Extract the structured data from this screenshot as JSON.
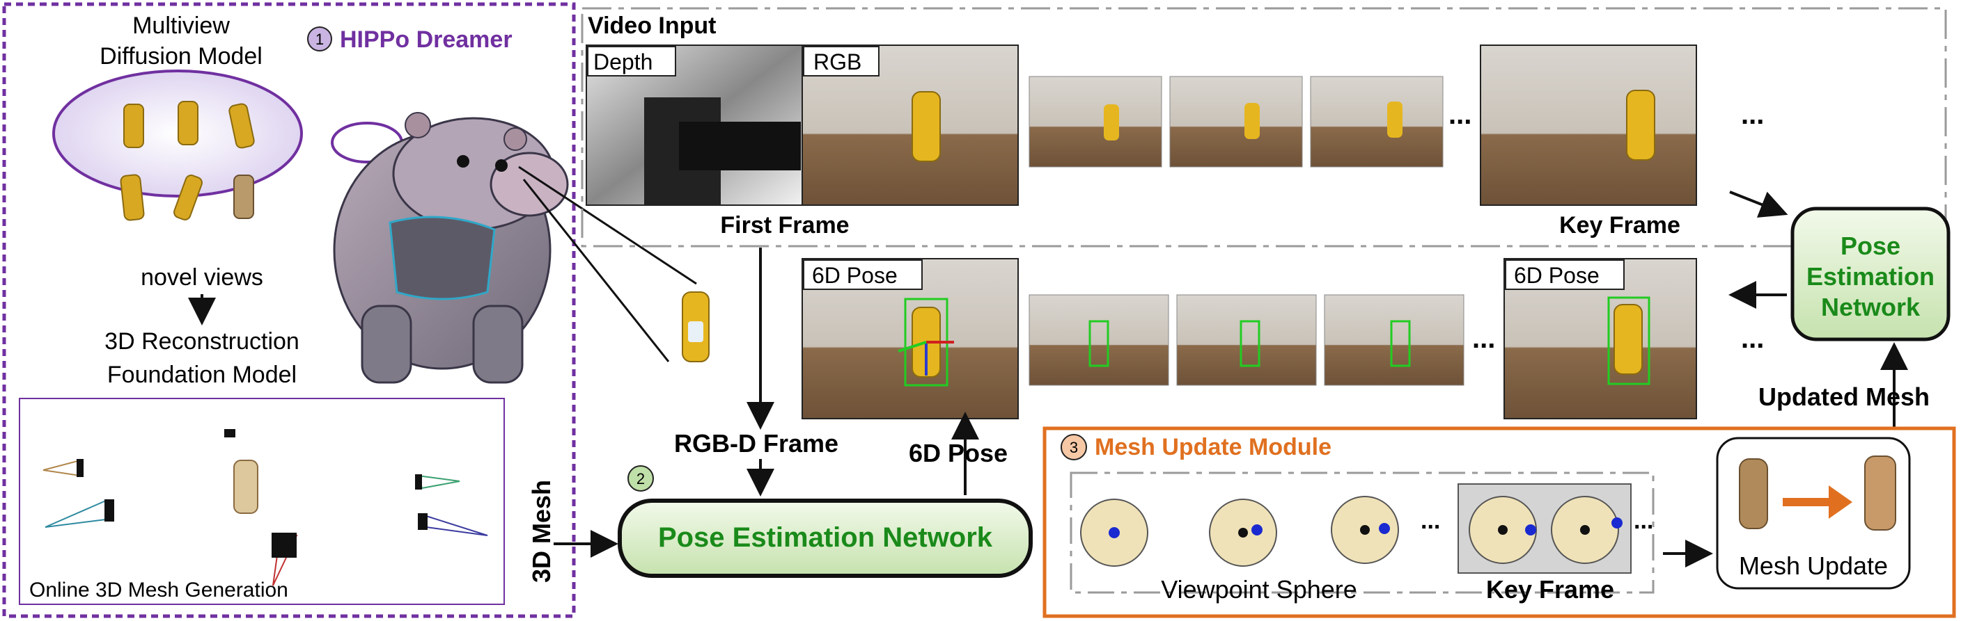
{
  "dreamer": {
    "badge": "1",
    "title": "HIPPo Dreamer",
    "multiview_line1": "Multiview",
    "multiview_line2": "Diffusion Model",
    "novel_views": "novel views",
    "recon_line1": "3D Reconstruction",
    "recon_line2": "Foundation Model",
    "online_mesh": "Online 3D Mesh Generation"
  },
  "mesh_label": "3D Mesh",
  "video": {
    "title": "Video Input",
    "depth_tag": "Depth",
    "rgb_tag": "RGB",
    "first_frame": "First Frame",
    "key_frame": "Key Frame",
    "ellipsis": "..."
  },
  "pose_row": {
    "tag": "6D Pose",
    "ellipsis": "..."
  },
  "pose_network_right": {
    "line1": "Pose",
    "line2": "Estimation",
    "line3": "Network"
  },
  "updated_mesh": "Updated Mesh",
  "rgbd_frame": "RGB-D Frame",
  "six_d_pose": "6D Pose",
  "pose_network_main": {
    "badge": "2",
    "label": "Pose Estimation Network"
  },
  "mesh_update": {
    "badge": "3",
    "title": "Mesh Update Module",
    "viewpoint_sphere": "Viewpoint Sphere",
    "key_frame": "Key Frame",
    "mesh_update_label": "Mesh Update",
    "ellipsis": "..."
  },
  "colors": {
    "purple": "#7030a0",
    "orange": "#e07020",
    "green_text": "#1a8a1a",
    "pose_box_fill": "#d8ecc4",
    "sphere_fill": "#f0e2b8",
    "pose_line": "#22cc22"
  }
}
